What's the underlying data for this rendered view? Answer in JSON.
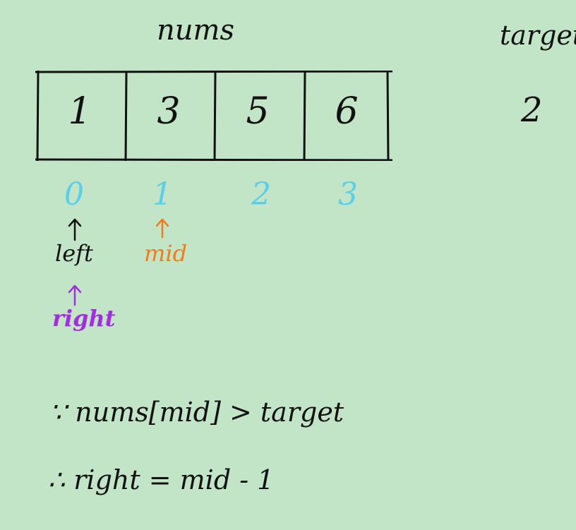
{
  "title": "nums",
  "target_label": "target",
  "target_value": "2",
  "array": {
    "cells": [
      "1",
      "3",
      "5",
      "6"
    ],
    "indices": [
      "0",
      "1",
      "2",
      "3"
    ]
  },
  "pointers": {
    "left": "left",
    "mid": "mid",
    "right": "right"
  },
  "statements": {
    "line1": "∵ nums[mid] > target",
    "line2": "∴ right = mid - 1"
  },
  "colors": {
    "background": "#c1e5c6",
    "index": "#5ccfe8",
    "left": "#111111",
    "mid": "#f07d1a",
    "right": "#a32ee0"
  }
}
